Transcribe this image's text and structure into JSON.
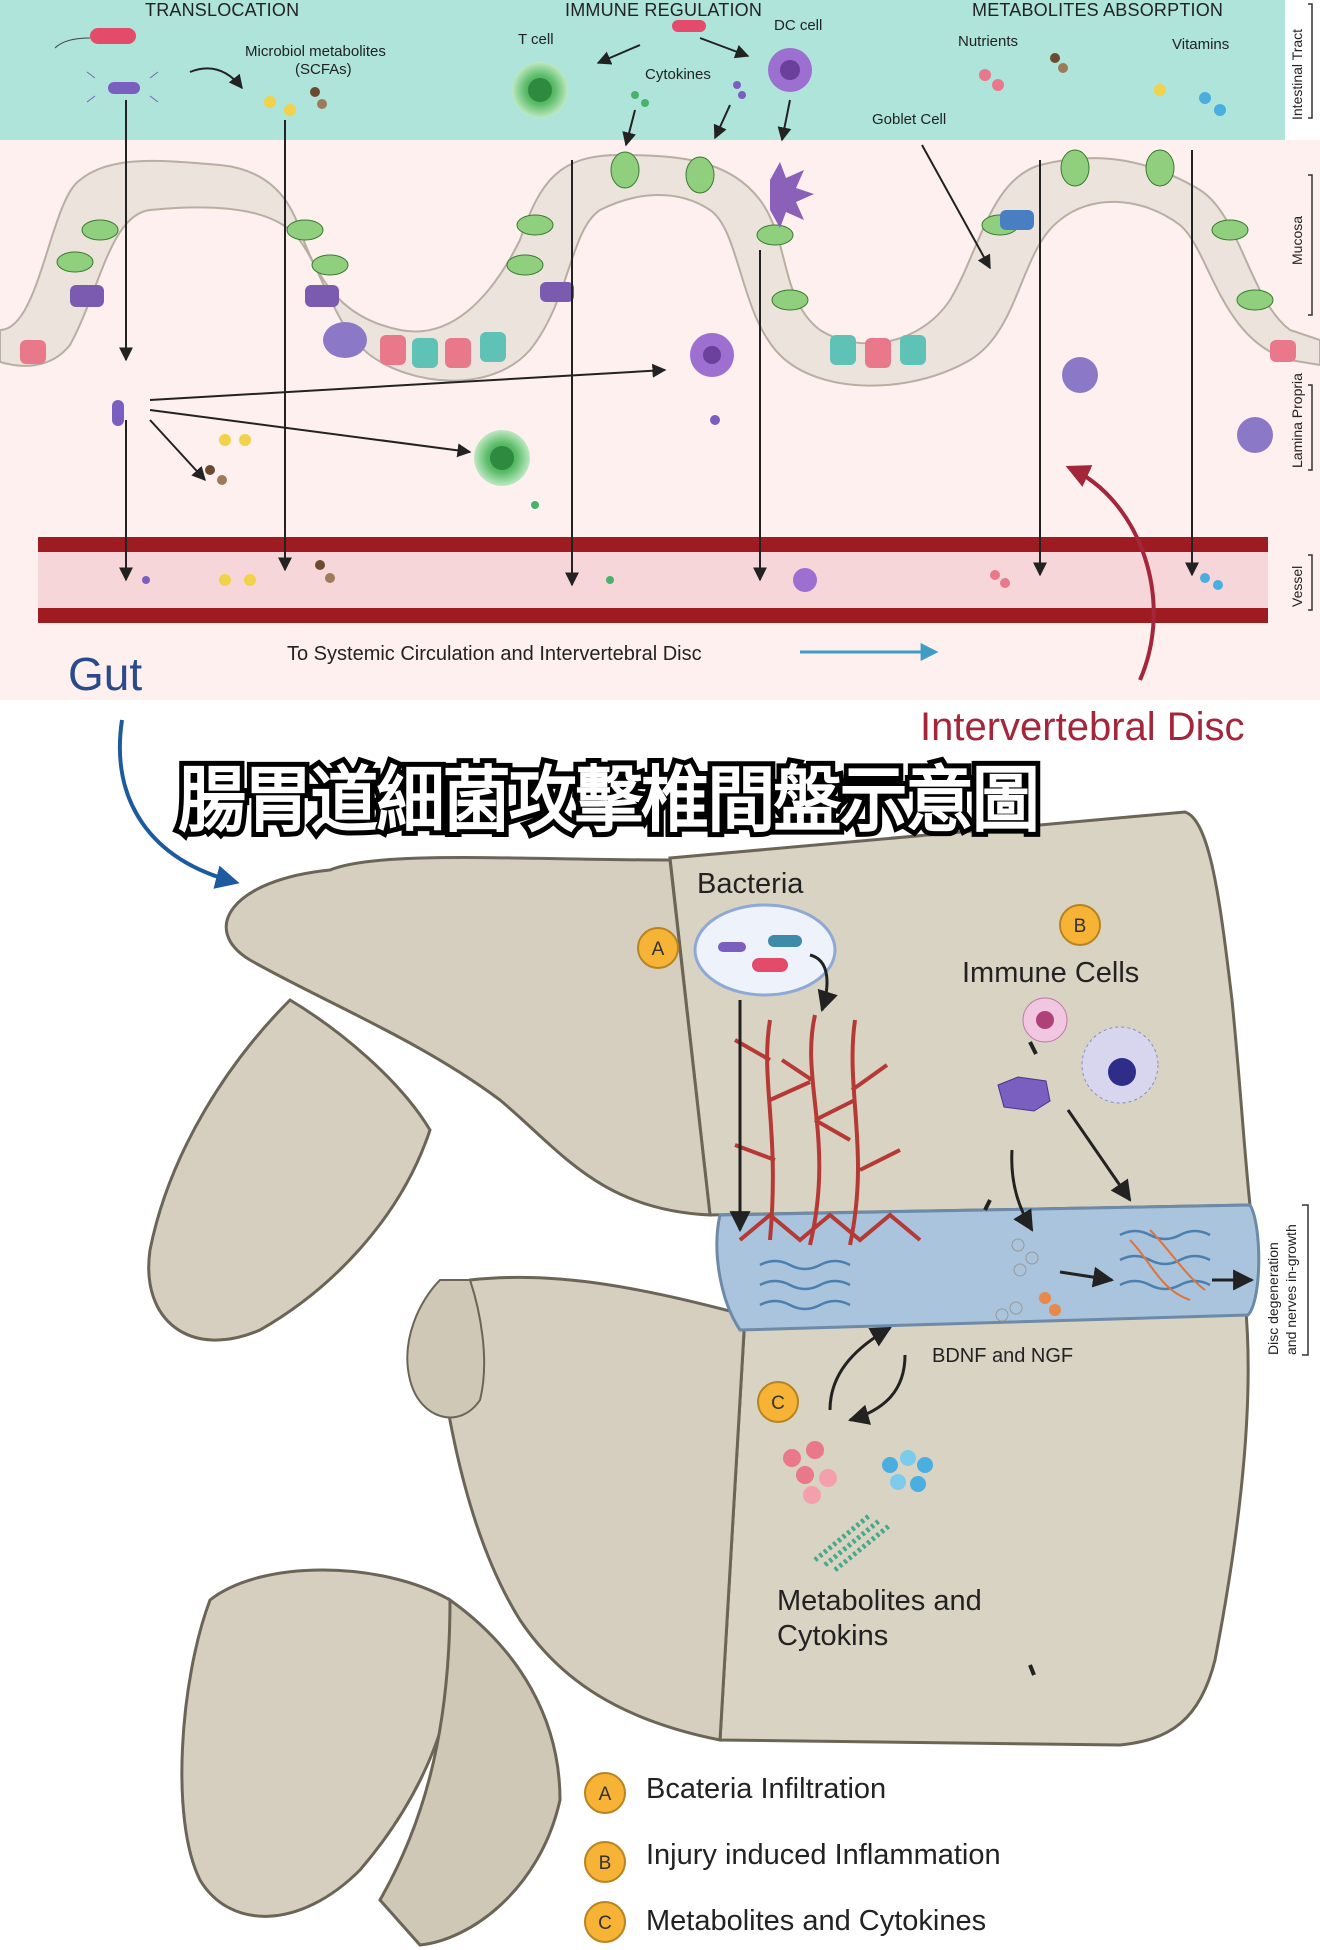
{
  "gut_panel": {
    "section_headers": {
      "translocation": "TRANSLOCATION",
      "immune_regulation": "IMMUNE REGULATION",
      "metabolites_absorption": "METABOLITES ABSORPTION"
    },
    "labels": {
      "microbiol_metabolites_line1": "Microbiol metabolites",
      "microbiol_metabolites_line2": "(SCFAs)",
      "t_cell": "T cell",
      "dc_cell": "DC cell",
      "cytokines": "Cytokines",
      "nutrients": "Nutrients",
      "vitamins": "Vitamins",
      "goblet_cell": "Goblet Cell",
      "circulation": "To Systemic Circulation and Intervertebral Disc"
    },
    "layers": {
      "intestinal_tract": "Intestinal Tract",
      "mucosa": "Mucosa",
      "lamina_propria": "Lamina Propria",
      "vessel": "Vessel"
    },
    "gut_label": "Gut",
    "disc_label": "Intervertebral Disc"
  },
  "title": "腸胃道細菌攻擊椎間盤示意圖",
  "disc_panel": {
    "bacteria": "Bacteria",
    "immune_cells": "Immune Cells",
    "bdnf_ngf": "BDNF and NGF",
    "metabolites_line1": "Metabolites and",
    "metabolites_line2": "Cytokins",
    "side_line1": "Disc degeneration",
    "side_line2": "and nerves in-growth",
    "badges": {
      "a": "A",
      "b": "B",
      "c": "C"
    }
  },
  "legend": [
    {
      "badge": "A",
      "text": "Bcateria Infiltration"
    },
    {
      "badge": "B",
      "text": "Injury induced Inflammation"
    },
    {
      "badge": "C",
      "text": "Metabolites and Cytokines"
    }
  ],
  "colors": {
    "lumen": "#aee4da",
    "tissue": "#fdf0ee",
    "vessel": "#9e1b22",
    "badge": "#f6b335",
    "bone": "#d9d3c3",
    "disc": "#a9c4dc",
    "gut_text": "#2b4a8b",
    "disc_text": "#a3263a"
  }
}
